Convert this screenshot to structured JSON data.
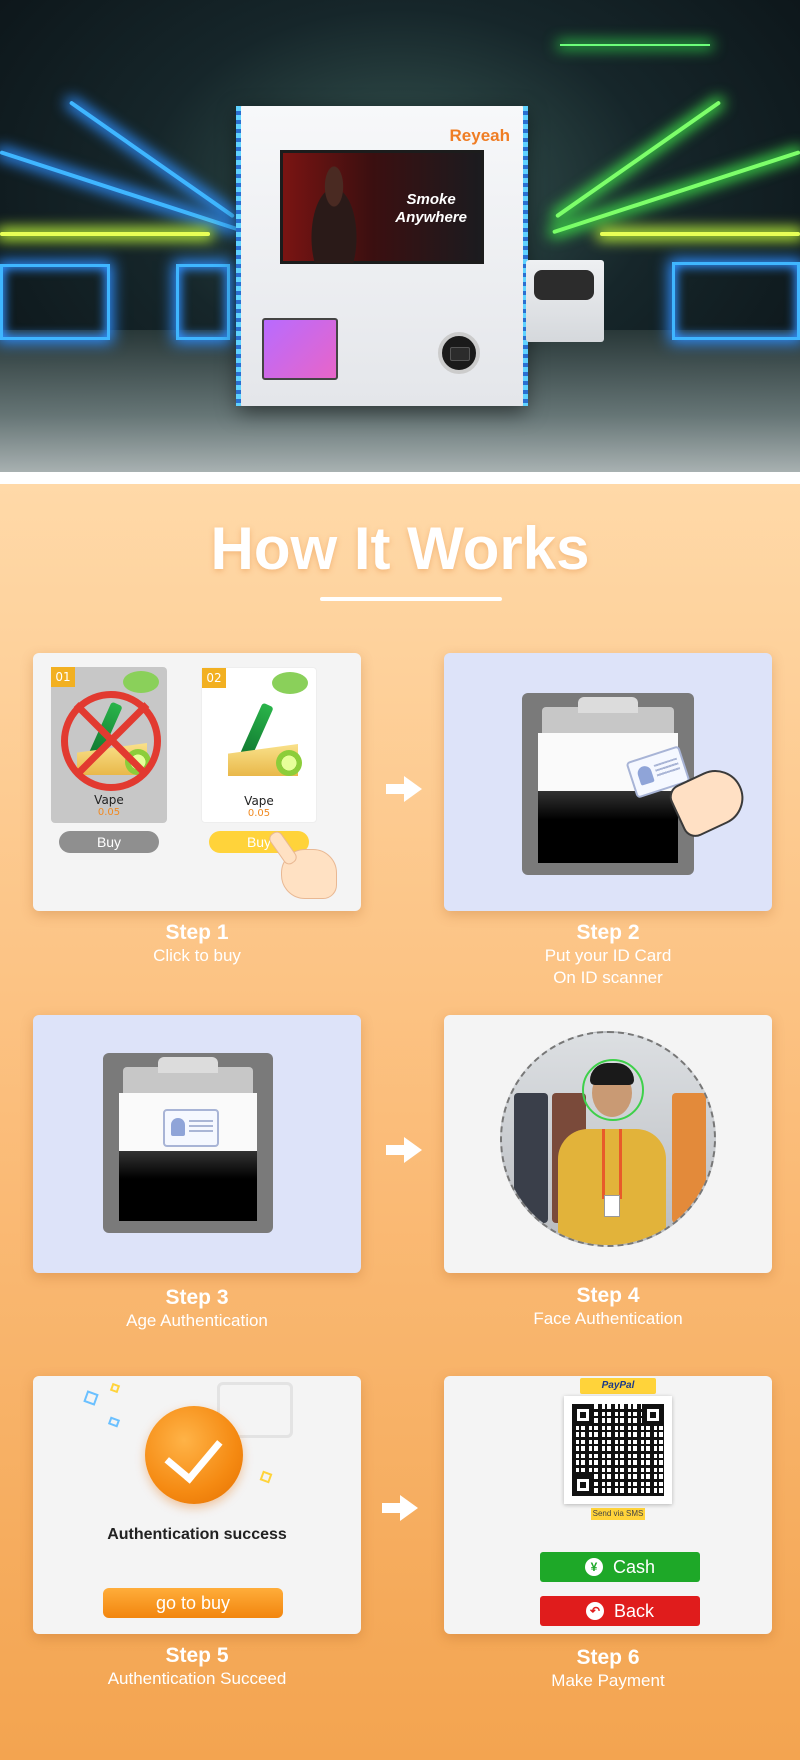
{
  "hero": {
    "brand": "Reyeah",
    "screen_line1": "Smoke",
    "screen_line2": "Anywhere"
  },
  "title": "How It Works",
  "steps": [
    {
      "step": "Step 1",
      "desc": "Click to buy",
      "products": [
        {
          "num": "01",
          "name": "Vape",
          "price": "0.05",
          "button": "Buy"
        },
        {
          "num": "02",
          "name": "Vape",
          "price": "0.05",
          "button": "Buy"
        }
      ]
    },
    {
      "step": "Step 2",
      "desc_line1": "Put your ID Card",
      "desc_line2": "On ID scanner"
    },
    {
      "step": "Step 3",
      "desc": "Age Authentication"
    },
    {
      "step": "Step 4",
      "desc": "Face Authentication"
    },
    {
      "step": "Step 5",
      "desc": "Authentication Succeed",
      "status": "Authentication success",
      "button": "go to buy"
    },
    {
      "step": "Step 6",
      "desc": "Make Payment",
      "paypal": "PayPal",
      "sms": "Send via SMS",
      "cash": "Cash",
      "back": "Back"
    }
  ],
  "colors": {
    "accent": "#f58a12",
    "cash": "#1ea828",
    "back": "#e01c1c",
    "brand": "#ef7d24"
  }
}
